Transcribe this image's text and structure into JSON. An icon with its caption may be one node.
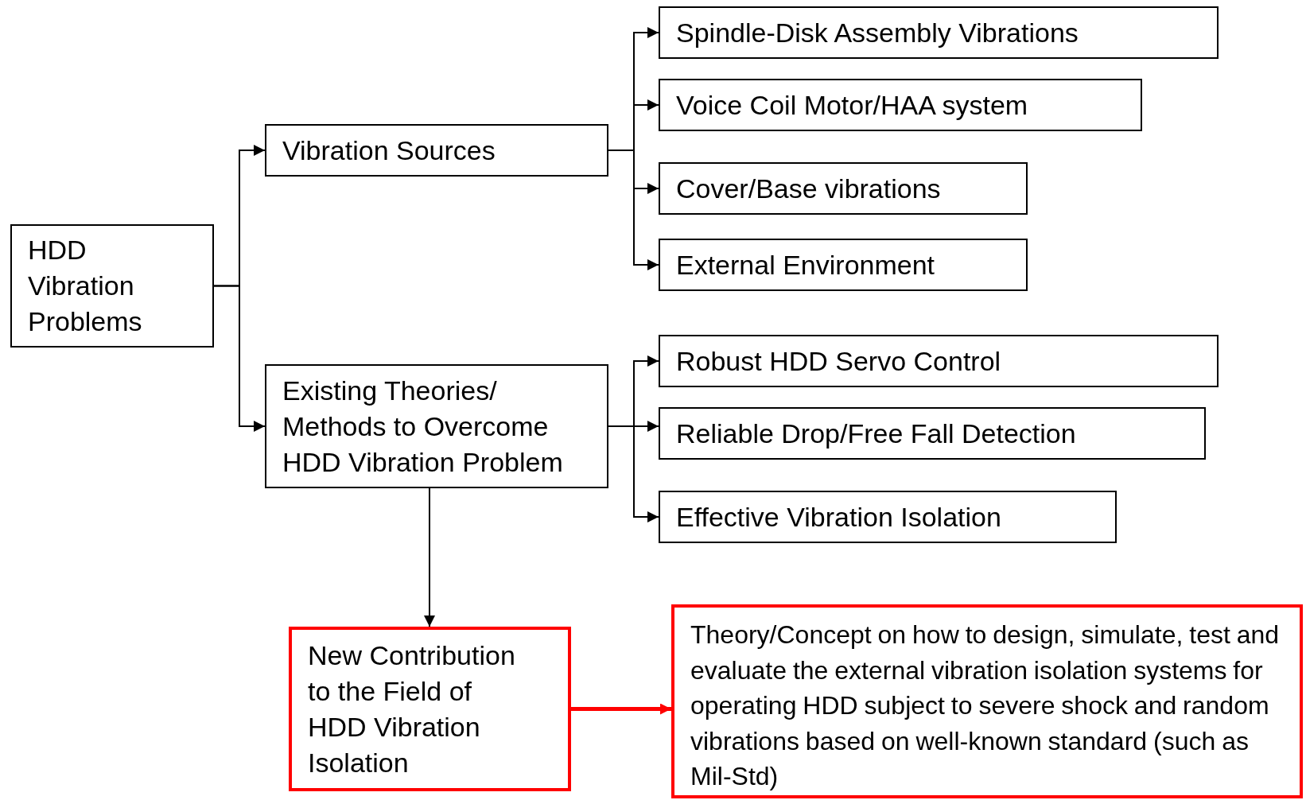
{
  "diagram": {
    "nodes": [
      {
        "text": [
          "HDD Vibration Problems"
        ]
      },
      {
        "text": [
          "Vibration Sources"
        ]
      },
      {
        "text": [
          "Existing Theories/ Methods to Overcome HDD Vibration Problem"
        ]
      },
      {
        "text": [
          "Spindle-Disk Assembly Vibrations"
        ]
      },
      {
        "text": [
          "Voice Coil Motor/HAA system"
        ]
      },
      {
        "text": [
          "Cover/Base vibrations"
        ]
      },
      {
        "text": [
          "External Environment"
        ]
      },
      {
        "text": [
          "Robust HDD Servo Control"
        ]
      },
      {
        "text": [
          "Reliable Drop/Free Fall Detection"
        ]
      },
      {
        "text": [
          "Effective Vibration Isolation"
        ]
      },
      {
        "text": [
          "New Contribution to the Field of HDD Vibration Isolation"
        ]
      },
      {
        "text": [
          "Theory/Concept on how to design, simulate, test and evaluate the external vibration isolation systems for operating HDD subject to severe shock and random vibrations based on well-known standard (such as Mil-Std)"
        ]
      }
    ],
    "edges": [
      {
        "from": 0,
        "to": 1,
        "arrow": "to"
      },
      {
        "from": 0,
        "to": 2,
        "arrow": "to"
      },
      {
        "from": 1,
        "to": 3,
        "arrow": "to"
      },
      {
        "from": 1,
        "to": 4,
        "arrow": "to"
      },
      {
        "from": 1,
        "to": 5,
        "arrow": "to"
      },
      {
        "from": 1,
        "to": 6,
        "arrow": "to"
      },
      {
        "from": 2,
        "to": 7,
        "arrow": "to"
      },
      {
        "from": 2,
        "to": 8,
        "arrow": "to"
      },
      {
        "from": 2,
        "to": 9,
        "arrow": "to"
      },
      {
        "from": 2,
        "to": 10,
        "arrow": "to"
      },
      {
        "from": 10,
        "to": 11,
        "arrow": "to",
        "style": "thick",
        "color": "#ff0000"
      }
    ]
  }
}
